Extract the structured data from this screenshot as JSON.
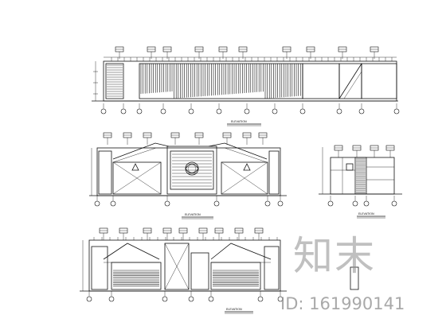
{
  "watermark": {
    "text": "知末",
    "id_label": "ID: 161990141"
  },
  "drawings": [
    {
      "id": "elevation-top",
      "title": "ELEVATION"
    },
    {
      "id": "elevation-middle-left",
      "title": "ELEVATION"
    },
    {
      "id": "elevation-middle-right",
      "title": "ELEVATION"
    },
    {
      "id": "elevation-bottom",
      "title": "ELEVATION"
    }
  ]
}
